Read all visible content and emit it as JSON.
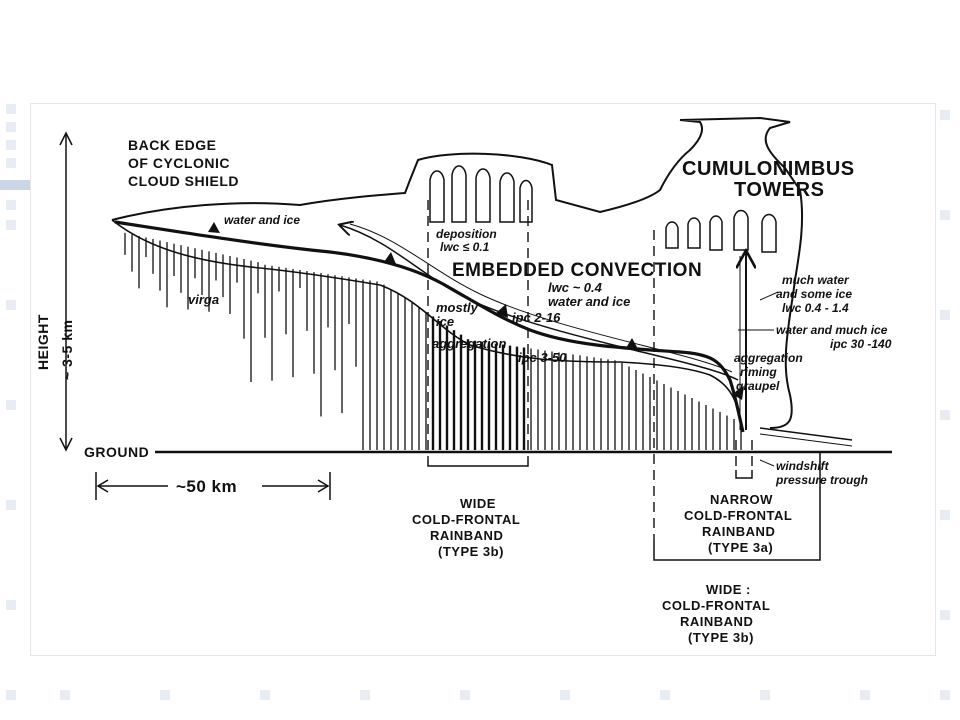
{
  "colors": {
    "background": "#ffffff",
    "grid_square": "#e8ecf3",
    "accent": "#c9d6e8",
    "ink": "#111111"
  },
  "labels": {
    "back_edge": [
      "BACK EDGE",
      "OF CYCLONIC",
      "CLOUD SHIELD"
    ],
    "cumulonimbus": [
      "CUMULONIMBUS",
      "TOWERS"
    ],
    "embedded_convection": "EMBEDDED CONVECTION",
    "water_and_ice_top": "water and ice",
    "deposition": [
      "deposition",
      "lwc ≤ 0.1"
    ],
    "lwc_04": [
      "lwc ~ 0.4",
      "water and ice"
    ],
    "virga": "virga",
    "mostly_ice": [
      "mostly",
      "ice"
    ],
    "ipc_2_16": "ipc 2-16",
    "aggregation_left": "aggregation",
    "ipc_3_50": "ipc 3-50",
    "much_water": [
      "much water",
      "and some ice",
      "lwc 0.4 - 1.4"
    ],
    "water_much_ice": [
      "water and much ice",
      "ipc 30 -140"
    ],
    "aggregation_right": [
      "aggregation",
      "riming",
      "graupel"
    ],
    "windshift": [
      "windshift",
      "pressure trough"
    ],
    "height_axis": "HEIGHT",
    "height_value": "~ 3-5 km",
    "ground": "GROUND",
    "distance": "~50 km",
    "wide_band_left": [
      "WIDE",
      "COLD-FRONTAL",
      "RAINBAND",
      "(TYPE 3b)"
    ],
    "narrow_band": [
      "NARROW",
      "COLD-FRONTAL",
      "RAINBAND",
      "(TYPE 3a)"
    ],
    "wide_band_right": [
      "WIDE :",
      "COLD-FRONTAL",
      "RAINBAND",
      "(TYPE 3b)"
    ]
  }
}
